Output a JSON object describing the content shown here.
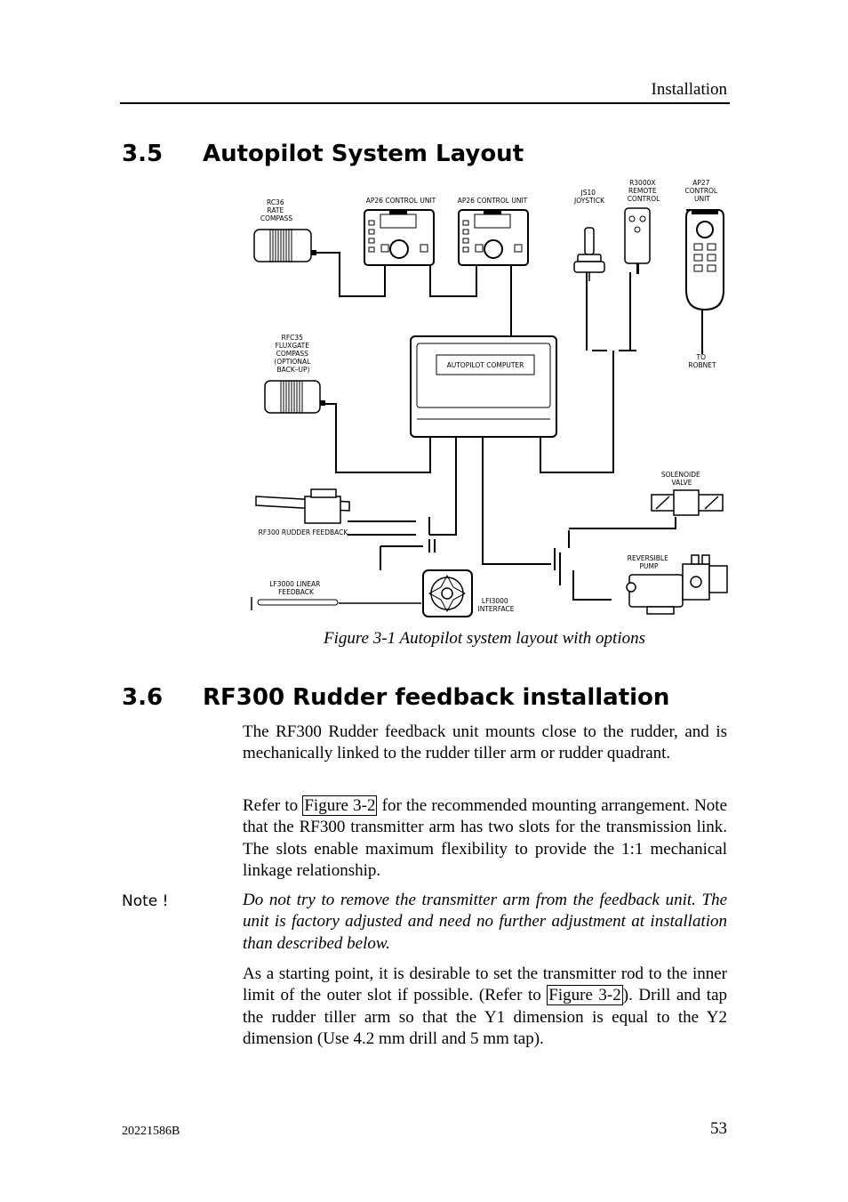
{
  "header": {
    "section": "Installation"
  },
  "section_35": {
    "number": "3.5",
    "title": "Autopilot System Layout"
  },
  "figure": {
    "labels": {
      "rc36": [
        "RC36",
        "RATE",
        "COMPASS"
      ],
      "ap26_a": "AP26  CONTROL  UNIT",
      "ap26_b": "AP26  CONTROL  UNIT",
      "js10": [
        "JS10",
        "JOYSTICK"
      ],
      "r3000x": [
        "R3000X",
        "REMOTE",
        "CONTROL"
      ],
      "ap27": [
        "AP27",
        "CONTROL",
        "UNIT"
      ],
      "rfc35": [
        "RFC35",
        "FLUXGATE",
        "COMPASS",
        "(OPTIONAL",
        "BACK–UP)"
      ],
      "autopilot_computer": "AUTOPILOT  COMPUTER",
      "to_robnet": [
        "TO",
        "ROBNET"
      ],
      "solenoide": [
        "SOLENOIDE",
        "VALVE"
      ],
      "rf300": "RF300  RUDDER  FEEDBACK",
      "reversible_pump": [
        "REVERSIBLE",
        "PUMP"
      ],
      "lf3000": [
        "LF3000  LINEAR",
        "FEEDBACK"
      ],
      "lfi3000": [
        "LFI3000",
        "INTERFACE"
      ]
    },
    "caption": "Figure 3-1 Autopilot system layout with options"
  },
  "section_36": {
    "number": "3.6",
    "title": "RF300 Rudder feedback installation",
    "p1": "The RF300 Rudder feedback unit mounts close to the rudder, and is mechanically linked to the rudder tiller arm or rudder quadrant.",
    "p2_pre": "Refer to ",
    "p2_link": "Figure 3-2",
    "p2_post": " for the recommended mounting arrangement. Note that the RF300 transmitter arm has two slots for the transmission link. The slots enable maximum flexibility to provide the 1:1 mechanical linkage relationship.",
    "note_label": "Note !",
    "note_text": "Do not try to remove the transmitter arm from the feedback unit. The unit is factory adjusted and need no further adjustment at installation than described below.",
    "p4_pre": "As a starting point, it is desirable to set the transmitter rod to the inner limit of the outer slot if possible. (Refer to ",
    "p4_link": "Figure 3-2",
    "p4_post": "). Drill and tap the rudder tiller arm so that the Y1 dimension is equal to the Y2 dimension (Use 4.2 mm drill and 5 mm tap)."
  },
  "footer": {
    "doc_number": "20221586B",
    "page_number": "53"
  }
}
